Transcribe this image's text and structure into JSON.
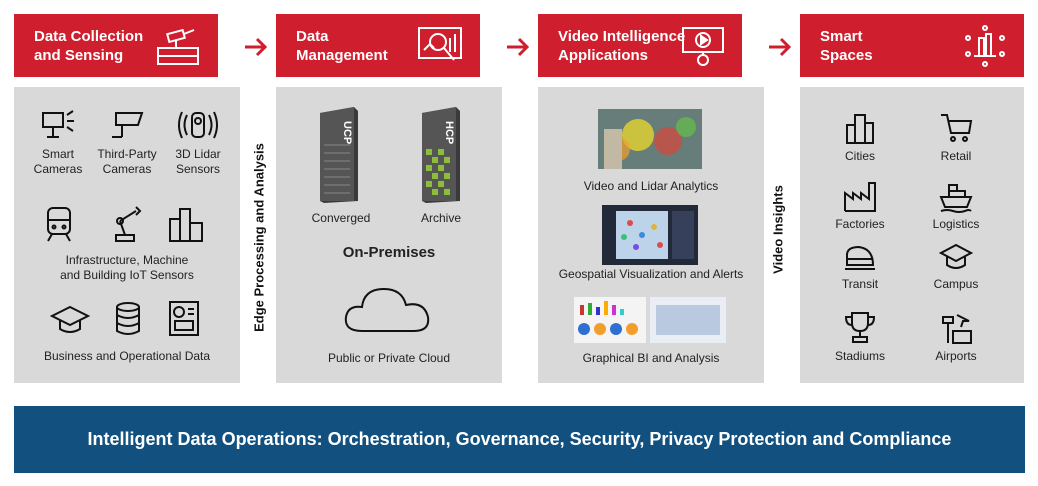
{
  "headers": [
    {
      "title": "Data Collection\nand Sensing",
      "icon": "server-room-icon"
    },
    {
      "title": "Data\nManagement",
      "icon": "data-analysis-icon"
    },
    {
      "title": "Video Intelligence\nApplications",
      "icon": "video-gear-icon"
    },
    {
      "title": "Smart\nSpaces",
      "icon": "smart-city-icon"
    }
  ],
  "collection": {
    "row1": [
      "Smart\nCameras",
      "Third-Party\nCameras",
      "3D Lidar\nSensors"
    ],
    "iot_label": "Infrastructure, Machine\nand Building IoT Sensors",
    "business_label": "Business and Operational Data"
  },
  "edge_label": "Edge Processing and Analysis",
  "management": {
    "converged": "Converged",
    "archive": "Archive",
    "converged_badge": "UCP",
    "archive_badge": "HCP",
    "on_premises": "On-Premises",
    "cloud": "Public or Private Cloud"
  },
  "applications": {
    "video_lidar": "Video and Lidar Analytics",
    "geospatial": "Geospatial Visualization and Alerts",
    "graphical": "Graphical BI and Analysis"
  },
  "insights_label": "Video Insights",
  "spaces": [
    "Cities",
    "Retail",
    "Factories",
    "Logistics",
    "Transit",
    "Campus",
    "Stadiums",
    "Airports"
  ],
  "footer": "Intelligent Data Operations: Orchestration, Governance, Security, Privacy Protection and Compliance",
  "colors": {
    "header_red": "#cf1f2e",
    "panel_gray": "#d9d9d9",
    "footer_blue": "#11507f"
  }
}
